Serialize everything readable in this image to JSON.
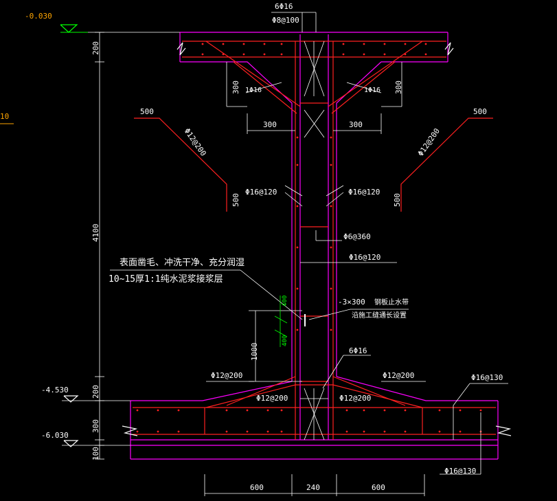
{
  "colors": {
    "background": "#000000",
    "concrete": "#ff00ff",
    "rebar": "#ff2020",
    "dimension": "#ffffff",
    "level": "#ffa500",
    "level_symbol_top": "#00ff00",
    "hatch": "#ffffff"
  },
  "levels": {
    "top": "-0.030",
    "mid": "-4.530",
    "bottom": "-6.030",
    "left_edge": "10"
  },
  "rebar_labels": {
    "top_main": "6Φ16",
    "top_stirrup": "Φ8@100",
    "haunch_left": "1Φ16",
    "haunch_right": "1Φ16",
    "wall_haunch_left": "Φ12@200",
    "wall_haunch_right": "Φ12@200",
    "wall_horizontal_left": "Φ16@120",
    "wall_horizontal_right": "Φ16@120",
    "tie": "Φ6@360",
    "wall_vertical": "Φ16@120",
    "bottom_main": "6Φ16",
    "base_haunch_left_top": "Φ12@200",
    "base_haunch_left_bottom": "Φ12@200",
    "base_haunch_right_top": "Φ12@200",
    "base_haunch_right_bottom": "Φ12@200",
    "base_right_top": "Φ16@130",
    "base_right_bottom": "Φ16@130"
  },
  "dimensions": {
    "top_slab": "200",
    "wall_height": "4100",
    "base_haunch": "200",
    "base_slab": "300",
    "cushion": "100",
    "haunch_v_left": "300",
    "haunch_v_right": "300",
    "haunch_h_left": "300",
    "haunch_h_right": "300",
    "wing_left": "500",
    "wing_right": "500",
    "wing_left_v": "500",
    "wing_right_v": "500",
    "waterstop_zone": "1000",
    "waterstop_up": "400",
    "waterstop_down": "400",
    "bottom_left": "600",
    "bottom_mid": "240",
    "bottom_right": "600"
  },
  "notes": {
    "surface_line1": "表面凿毛、冲洗干净、充分润湿",
    "surface_line2": "10~15厚1:1纯水泥浆接浆层",
    "waterstop_size": "-3×300",
    "waterstop_name": "钢板止水带",
    "waterstop_note": "沿施工缝通长设置"
  }
}
